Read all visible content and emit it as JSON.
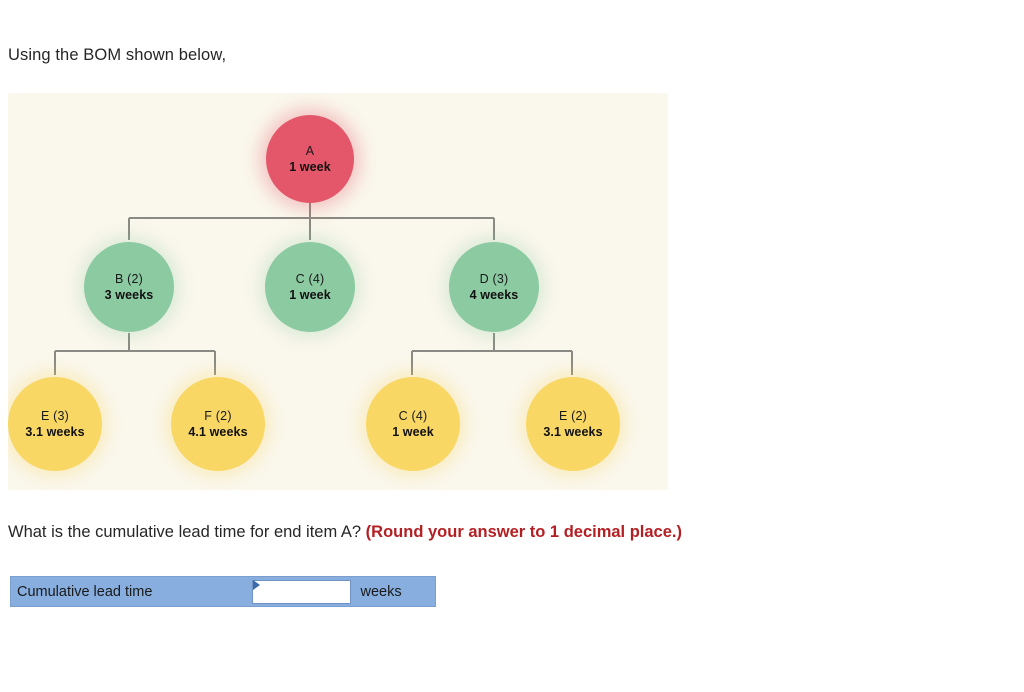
{
  "intro": {
    "text": "Using the BOM shown below,"
  },
  "diagram": {
    "title": "bill-of-materials-tree",
    "background_color": "#faf7ec",
    "level_colors": {
      "level_0": "#e4566a",
      "level_1": "#8ccaa2",
      "level_2": "#f8d765"
    },
    "connector_color": "#8a8a84",
    "nodes": [
      {
        "id": "A",
        "code": "A",
        "lead": "1 week",
        "level": 0
      },
      {
        "id": "B",
        "code": "B (2)",
        "lead": "3 weeks",
        "level": 1
      },
      {
        "id": "C1",
        "code": "C (4)",
        "lead": "1 week",
        "level": 1
      },
      {
        "id": "D",
        "code": "D (3)",
        "lead": "4 weeks",
        "level": 1
      },
      {
        "id": "E1",
        "code": "E (3)",
        "lead": "3.1 weeks",
        "level": 2
      },
      {
        "id": "F",
        "code": "F (2)",
        "lead": "4.1 weeks",
        "level": 2
      },
      {
        "id": "C2",
        "code": "C (4)",
        "lead": "1 week",
        "level": 2
      },
      {
        "id": "E2",
        "code": "E (2)",
        "lead": "3.1 weeks",
        "level": 2
      }
    ]
  },
  "question": {
    "plain": "What is the cumulative lead time for end item A? ",
    "emphasis": "(Round your answer to 1 decimal place.)",
    "emphasis_color": "#b32024"
  },
  "answer": {
    "label": "Cumulative lead time",
    "value": "",
    "placeholder": "",
    "unit": "weeks",
    "row_color": "#87aede"
  }
}
